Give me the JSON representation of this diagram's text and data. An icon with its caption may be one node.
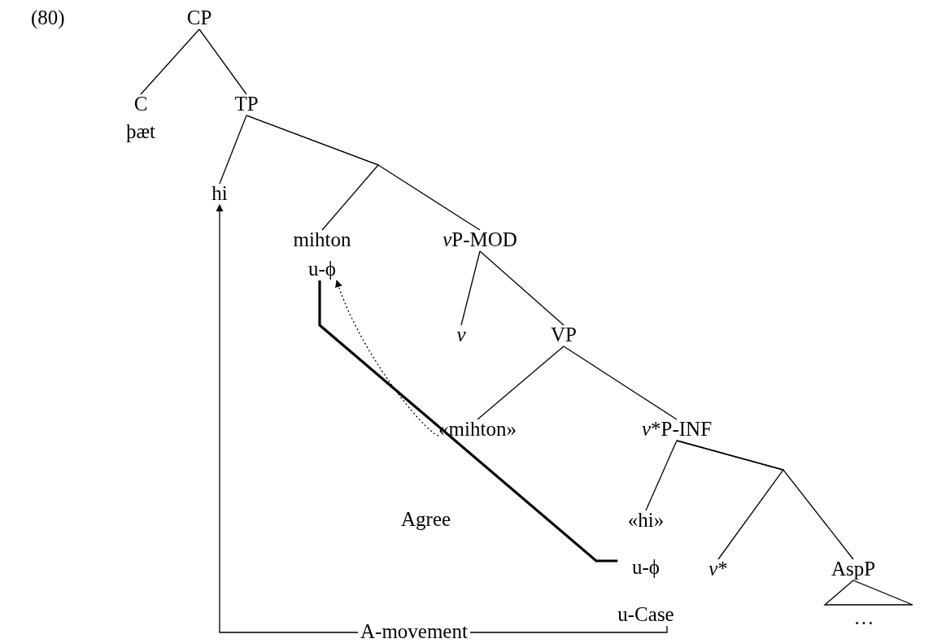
{
  "diagram": {
    "nodes": [
      {
        "text": [
          "CP"
        ]
      },
      {
        "text": [
          "C",
          "þæt"
        ]
      },
      {
        "text": [
          "TP"
        ]
      },
      {
        "text": [
          "hi"
        ]
      },
      {
        "text": [
          "mihton",
          "u-ϕ"
        ]
      },
      {
        "text": [
          "vP-MOD"
        ]
      },
      {
        "text": [
          "v"
        ]
      },
      {
        "text": [
          "VP"
        ]
      },
      {
        "text": [
          "«mihton»"
        ]
      },
      {
        "text": [
          "v*P-INF"
        ]
      },
      {
        "text": [
          "«hi»",
          "u-ϕ",
          "u-Case"
        ]
      },
      {
        "text": [
          "v*"
        ]
      },
      {
        "text": [
          "AspP"
        ]
      },
      {
        "text": [
          "…"
        ]
      }
    ],
    "edges": [
      {
        "from": 0,
        "to": 1,
        "arrow": "none"
      },
      {
        "from": 0,
        "to": 2,
        "arrow": "none"
      },
      {
        "from": 2,
        "to": 3,
        "arrow": "none"
      },
      {
        "from": 2,
        "to": 4,
        "arrow": "none"
      },
      {
        "from": 2,
        "to": 5,
        "arrow": "none"
      },
      {
        "from": 5,
        "to": 6,
        "arrow": "none"
      },
      {
        "from": 5,
        "to": 7,
        "arrow": "none"
      },
      {
        "from": 7,
        "to": 8,
        "arrow": "none"
      },
      {
        "from": 7,
        "to": 9,
        "arrow": "none"
      },
      {
        "from": 9,
        "to": 10,
        "arrow": "none"
      },
      {
        "from": 9,
        "to": 11,
        "arrow": "none"
      },
      {
        "from": 9,
        "to": 12,
        "arrow": "none"
      },
      {
        "from": 12,
        "to": 13,
        "arrow": "none"
      },
      {
        "from": 8,
        "to": 4,
        "arrow": "to",
        "style": "dashed"
      },
      {
        "from": 4,
        "to": 10,
        "arrow": "none",
        "label": "Agree",
        "style": "thick"
      },
      {
        "from": 10,
        "to": 3,
        "arrow": "to",
        "label": "A-movement"
      }
    ],
    "labels": [
      "(80)"
    ]
  }
}
